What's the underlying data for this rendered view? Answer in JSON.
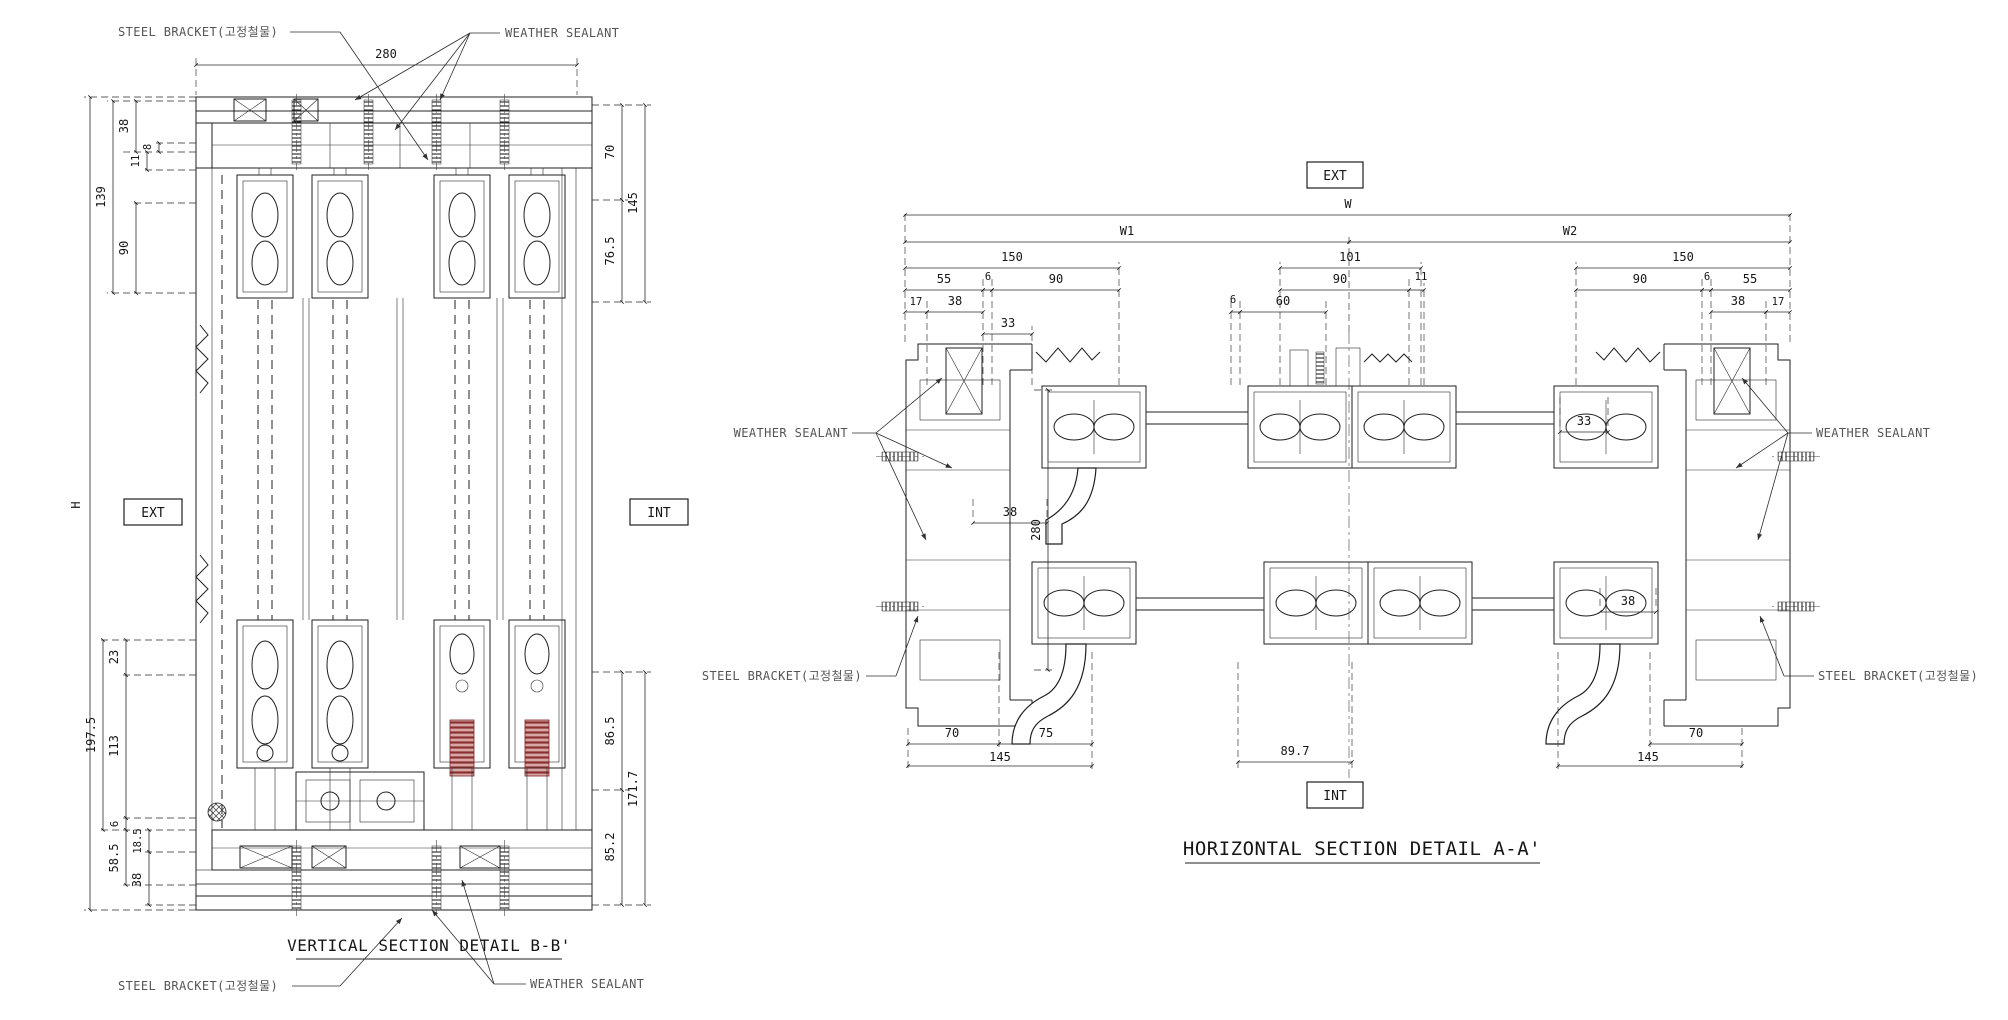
{
  "drawing": {
    "background": "#ffffff",
    "line_color": "#1f1f1f",
    "highlight_color": "#9c3a3a"
  },
  "shared_labels": {
    "ext": "EXT",
    "int": "INT",
    "steel_bracket": "STEEL BRACKET(고정철물)",
    "weather_sealant": "WEATHER SEALANT"
  },
  "vertical_section": {
    "title": "VERTICAL SECTION DETAIL B-B'",
    "overall_height_label": "H",
    "top_width": "280",
    "dims_left_top": {
      "d38": "38",
      "d8": "8",
      "d11": "11",
      "d139": "139",
      "d90": "90"
    },
    "dims_left_bottom": {
      "d23": "23",
      "d113": "113",
      "d197_5": "197.5",
      "d6": "6",
      "d18_5": "18.5",
      "d58_5": "58.5",
      "d38": "38"
    },
    "dims_right_top": {
      "d70": "70",
      "d145": "145",
      "d76_5": "76.5"
    },
    "dims_right_bottom": {
      "d86_5": "86.5",
      "d171_7": "171.7",
      "d85_2": "85.2"
    }
  },
  "horizontal_section": {
    "title": "HORIZONTAL SECTION DETAIL A-A'",
    "overall_width_label": "W",
    "left_width_label": "W1",
    "right_width_label": "W2",
    "frame_depth": "280",
    "dims_top_left": {
      "d150": "150",
      "d55": "55",
      "d6": "6",
      "d90": "90",
      "d17": "17",
      "d38": "38",
      "d33": "33"
    },
    "dims_top_mid": {
      "d101": "101",
      "d90": "90",
      "d11": "11",
      "d6": "6",
      "d60": "60"
    },
    "dims_top_right": {
      "d150": "150",
      "d90": "90",
      "d6": "6",
      "d55": "55",
      "d38": "38",
      "d17": "17"
    },
    "dims_inner": {
      "d33": "33",
      "d38_left": "38",
      "d38_right": "38"
    },
    "dims_bottom": {
      "d70_left": "70",
      "d75": "75",
      "d145_left": "145",
      "d89_7": "89.7",
      "d70_right": "70",
      "d145_right": "145"
    }
  }
}
